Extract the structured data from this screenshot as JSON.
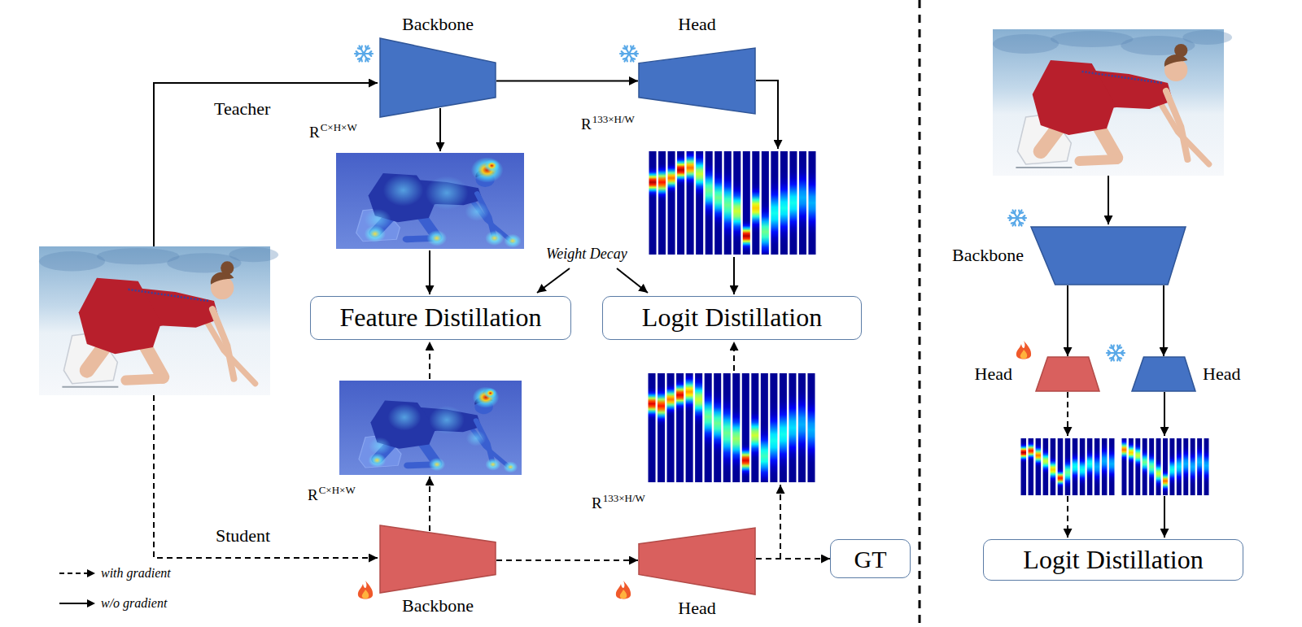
{
  "diagram": {
    "nodes": [
      {
        "text": [
          "Backbone"
        ]
      },
      {
        "text": [
          "Head"
        ]
      },
      {
        "text": [
          "Feature Distillation"
        ]
      },
      {
        "text": [
          "Logit Distillation"
        ]
      },
      {
        "text": [
          "Backbone"
        ]
      },
      {
        "text": [
          "Head"
        ]
      },
      {
        "text": [
          "GT"
        ]
      },
      {
        "text": [
          "Backbone"
        ]
      },
      {
        "text": [
          "Head"
        ]
      },
      {
        "text": [
          "Head"
        ]
      },
      {
        "text": [
          "Logit Distillation"
        ]
      }
    ],
    "edges": [
      {
        "from": 0,
        "to": 1,
        "arrow": "to"
      },
      {
        "from": 4,
        "to": 5,
        "arrow": "to"
      },
      {
        "from": 5,
        "to": 6,
        "arrow": "to"
      },
      {
        "from": 7,
        "to": 8,
        "arrow": "to"
      },
      {
        "from": 7,
        "to": 9,
        "arrow": "to"
      }
    ],
    "labels": [
      "Teacher",
      "R",
      "C×H×W",
      "R",
      "133×H/W",
      "Weight Decay",
      "R",
      "C×H×W",
      "R",
      "133×H/W",
      "Student"
    ],
    "legend": [
      {
        "text": "with gradient"
      },
      {
        "text": "w/o gradient"
      }
    ]
  }
}
